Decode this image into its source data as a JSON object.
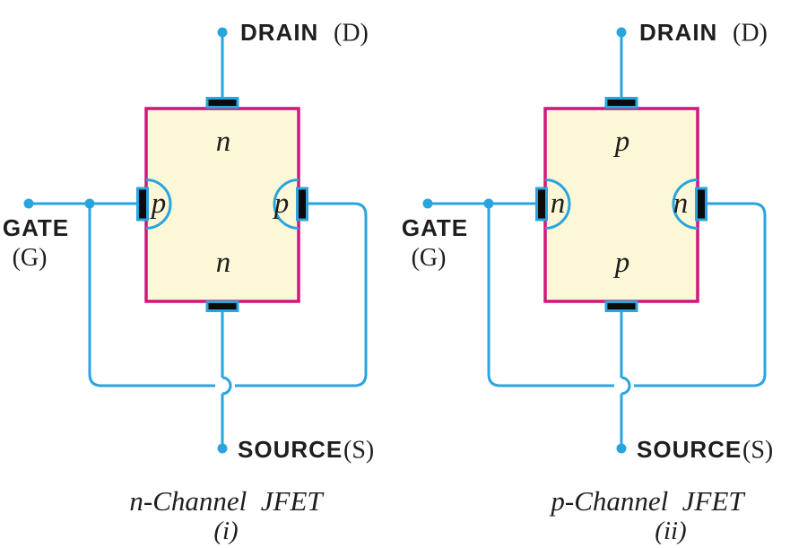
{
  "figure": {
    "background": "#ffffff"
  },
  "colors": {
    "wire": "#2AA4DF",
    "box_border": "#D2157C",
    "box_fill": "#FCF8D7",
    "electrode": "#0b0b0b",
    "label": "#1e1e1e"
  },
  "diagrams": [
    {
      "name": "n-channel-jfet",
      "drain_label": "DRAIN",
      "drain_symbol": "(D)",
      "gate_label": "GATE",
      "gate_symbol": "(G)",
      "source_label": "SOURCE",
      "source_symbol": "(S)",
      "channel_top": "n",
      "channel_bottom": "n",
      "gate_region_left": "p",
      "gate_region_right": "p",
      "caption": "n-Channel  JFET",
      "index": "(i)"
    },
    {
      "name": "p-channel-jfet",
      "drain_label": "DRAIN",
      "drain_symbol": "(D)",
      "gate_label": "GATE",
      "gate_symbol": "(G)",
      "source_label": "SOURCE",
      "source_symbol": "(S)",
      "channel_top": "p",
      "channel_bottom": "p",
      "gate_region_left": "n",
      "gate_region_right": "n",
      "caption": "p-Channel  JFET",
      "index": "(ii)"
    }
  ]
}
